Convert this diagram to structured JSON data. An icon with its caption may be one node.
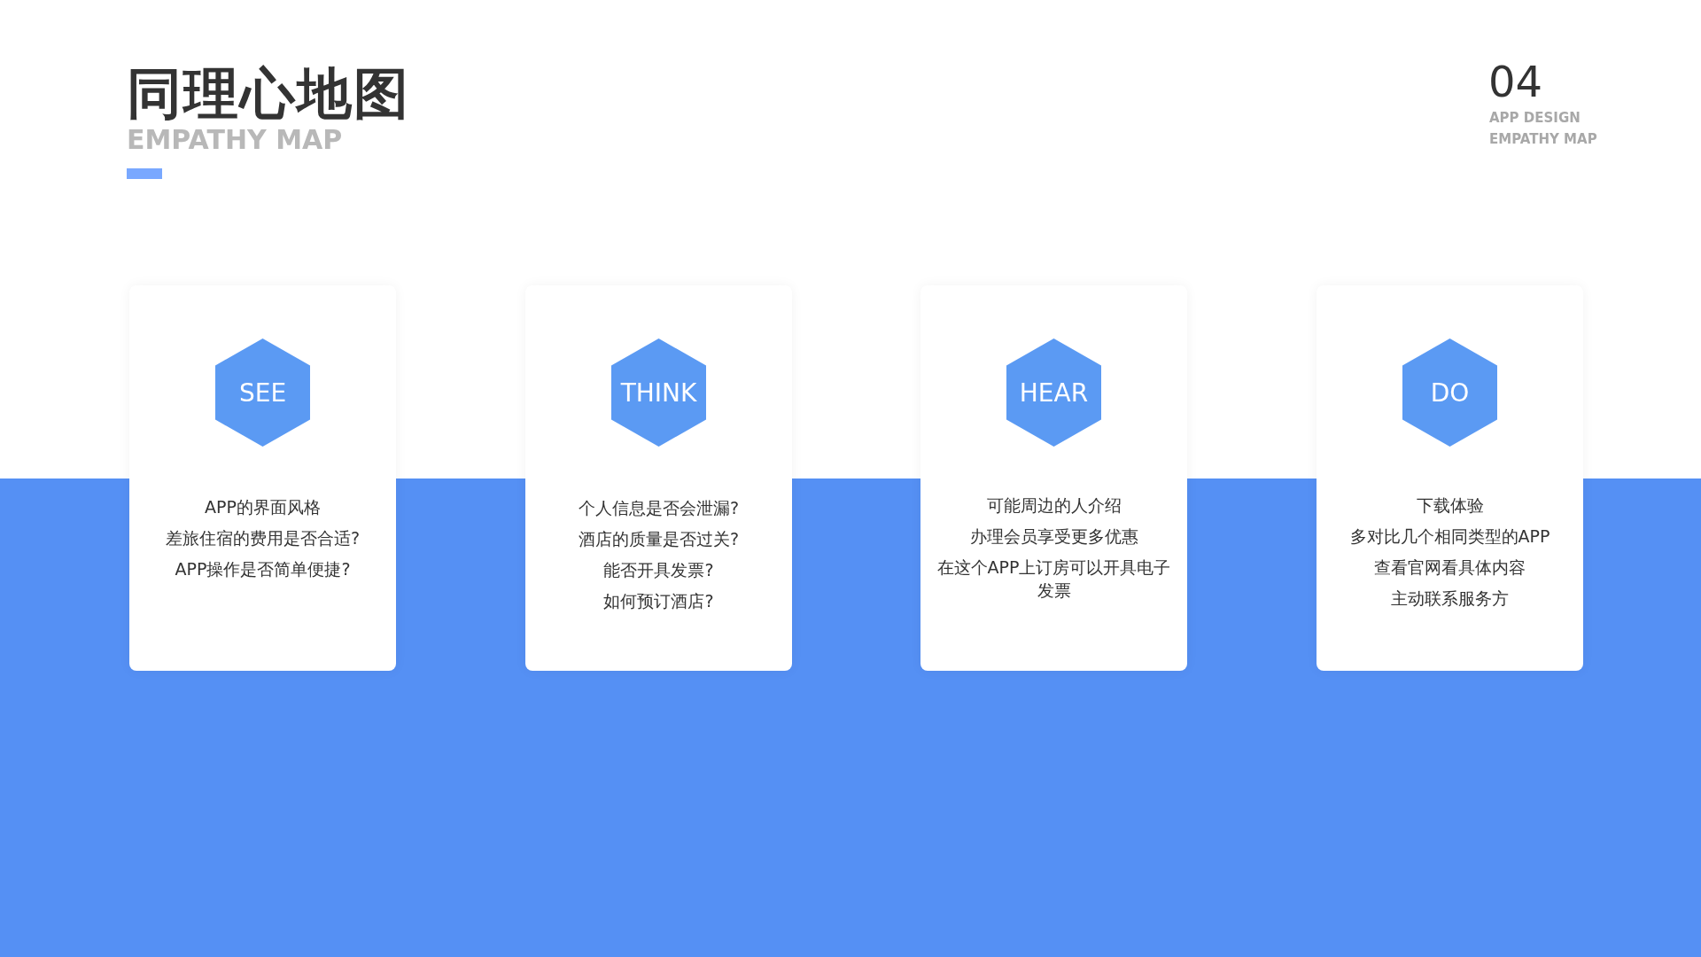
{
  "diagram": {
    "title": "同理心地图",
    "nodes": [
      {
        "text": [
          "APP的界面风格",
          "差旅住宿的费用是否合适?",
          "APP操作是否简单便捷?"
        ]
      },
      {
        "text": [
          "SEE"
        ],
        "in": 0
      },
      {
        "text": [
          "个人信息是否会泄漏?",
          "酒店的质量是否过关?",
          "能否开具发票?",
          "如何预订酒店?"
        ]
      },
      {
        "text": [
          "THINK"
        ],
        "in": 2
      },
      {
        "text": [
          "可能周边的人介绍",
          "办理会员享受更多优惠",
          "在这个APP上订房可以开具电子发票"
        ]
      },
      {
        "text": [
          "HEAR"
        ],
        "in": 4
      },
      {
        "text": [
          "下载体验",
          "多对比几个相同类型的APP",
          "查看官网看具体内容",
          "主动联系服务方"
        ]
      },
      {
        "text": [
          "DO"
        ],
        "in": 6
      }
    ],
    "edges": [],
    "labels": [
      "EMPATHY MAP",
      "04",
      "APP DESIGN",
      "EMPATHY MAP"
    ]
  }
}
